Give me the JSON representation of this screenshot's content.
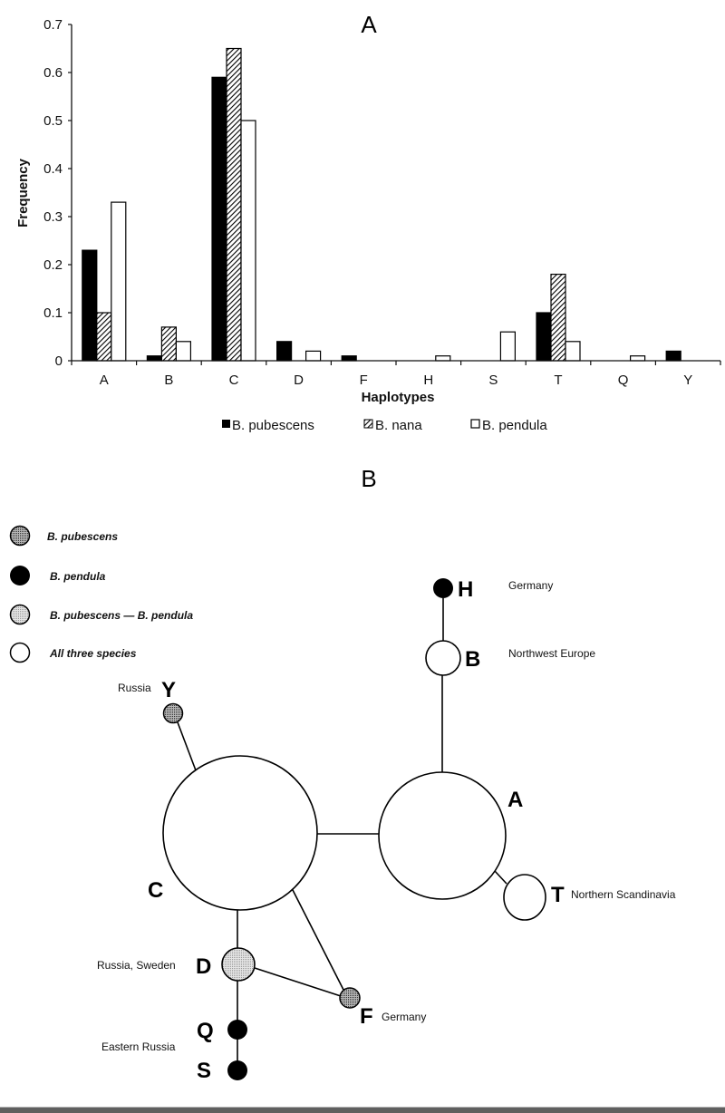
{
  "chart_data": {
    "type": "bar",
    "panel_label": "A",
    "title": "",
    "xlabel": "Haplotypes",
    "ylabel": "Frequency",
    "ylim": [
      0,
      0.7
    ],
    "yticks": [
      "0",
      "0.1",
      "0.2",
      "0.3",
      "0.4",
      "0.5",
      "0.6",
      "0.7"
    ],
    "ytick_values": [
      0,
      0.1,
      0.2,
      0.3,
      0.4,
      0.5,
      0.6,
      0.7
    ],
    "categories": [
      "A",
      "B",
      "C",
      "D",
      "F",
      "H",
      "S",
      "T",
      "Q",
      "Y"
    ],
    "series": [
      {
        "name": "B. pubescens",
        "pattern": "solid",
        "values": [
          0.23,
          0.01,
          0.59,
          0.04,
          0.01,
          0,
          0,
          0.1,
          0,
          0.02
        ]
      },
      {
        "name": "B. nana",
        "pattern": "hatched",
        "values": [
          0.1,
          0.07,
          0.65,
          0,
          0,
          0,
          0,
          0.18,
          0,
          0
        ]
      },
      {
        "name": "B. pendula",
        "pattern": "open",
        "values": [
          0.33,
          0.04,
          0.5,
          0.02,
          0,
          0.01,
          0.06,
          0.04,
          0.01,
          0
        ]
      }
    ],
    "legend_position": "bottom-center",
    "grid": false
  },
  "network": {
    "panel_label": "B",
    "legend": [
      {
        "key": "pubescens",
        "label": "B.  pubescens",
        "fill": "dotted-dark"
      },
      {
        "key": "pendula",
        "label": "B. pendula",
        "fill": "black"
      },
      {
        "key": "pub_pend",
        "label": "B. pubescens — B. pendula",
        "fill": "dotted-light"
      },
      {
        "key": "all",
        "label": "All three species",
        "fill": "white"
      }
    ],
    "nodes": [
      {
        "id": "H",
        "label": "H",
        "type": "pendula",
        "region": "Germany"
      },
      {
        "id": "B",
        "label": "B",
        "type": "all",
        "region": "Northwest Europe"
      },
      {
        "id": "A",
        "label": "A",
        "type": "all",
        "region": ""
      },
      {
        "id": "T",
        "label": "T",
        "type": "all",
        "region": "Northern Scandinavia"
      },
      {
        "id": "C",
        "label": "C",
        "type": "all",
        "region": ""
      },
      {
        "id": "Y",
        "label": "Y",
        "type": "pubescens",
        "region": "Russia"
      },
      {
        "id": "D",
        "label": "D",
        "type": "pub_pend",
        "region": "Russia, Sweden"
      },
      {
        "id": "F",
        "label": "F",
        "type": "pubescens",
        "region": "Germany"
      },
      {
        "id": "Q",
        "label": "Q",
        "type": "pendula",
        "region": ""
      },
      {
        "id": "S",
        "label": "S",
        "type": "pendula",
        "region": ""
      }
    ],
    "shared_region_label": "Eastern Russia",
    "edges": [
      [
        "H",
        "B"
      ],
      [
        "B",
        "A"
      ],
      [
        "A",
        "C"
      ],
      [
        "A",
        "T"
      ],
      [
        "C",
        "Y"
      ],
      [
        "C",
        "D"
      ],
      [
        "C",
        "F"
      ],
      [
        "D",
        "F"
      ],
      [
        "D",
        "Q"
      ],
      [
        "Q",
        "S"
      ]
    ]
  },
  "colors": {
    "ink": "#111111",
    "black_fill": "#000000",
    "dotted_dark": "#8a8a8a",
    "dotted_light": "#d0d0d0",
    "bottom_bar": "#5f5f5f"
  }
}
